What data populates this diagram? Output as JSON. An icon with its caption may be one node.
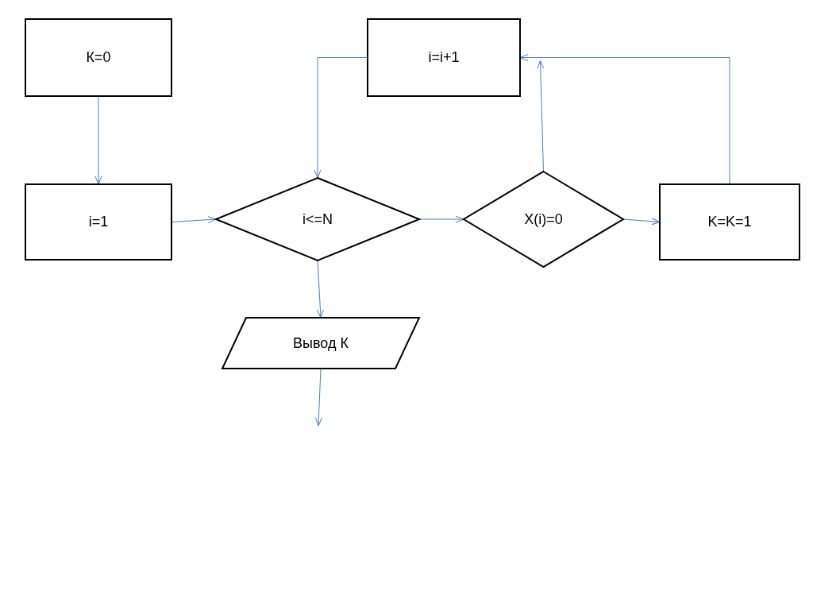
{
  "diagram": {
    "nodes": [
      {
        "text": [
          "К=0"
        ]
      },
      {
        "text": [
          "i=1"
        ]
      },
      {
        "text": [
          "i<=N"
        ]
      },
      {
        "text": [
          "X(i)=0"
        ]
      },
      {
        "text": [
          "K=K=1"
        ]
      },
      {
        "text": [
          "i=i+1"
        ]
      },
      {
        "text": [
          "Вывод К"
        ]
      }
    ],
    "edges": [
      {
        "from": 0,
        "to": 1,
        "arrow": "to"
      },
      {
        "from": 1,
        "to": 2,
        "arrow": "to"
      },
      {
        "from": 2,
        "to": 3,
        "arrow": "to"
      },
      {
        "from": 3,
        "to": 4,
        "arrow": "to"
      },
      {
        "from": 4,
        "to": 5,
        "arrow": "to"
      },
      {
        "from": 3,
        "to": 5,
        "arrow": "to"
      },
      {
        "from": 5,
        "to": 2,
        "arrow": "to"
      },
      {
        "from": 2,
        "to": 6,
        "arrow": "to"
      },
      {
        "from": 6,
        "to": null,
        "arrow": "to"
      }
    ]
  }
}
